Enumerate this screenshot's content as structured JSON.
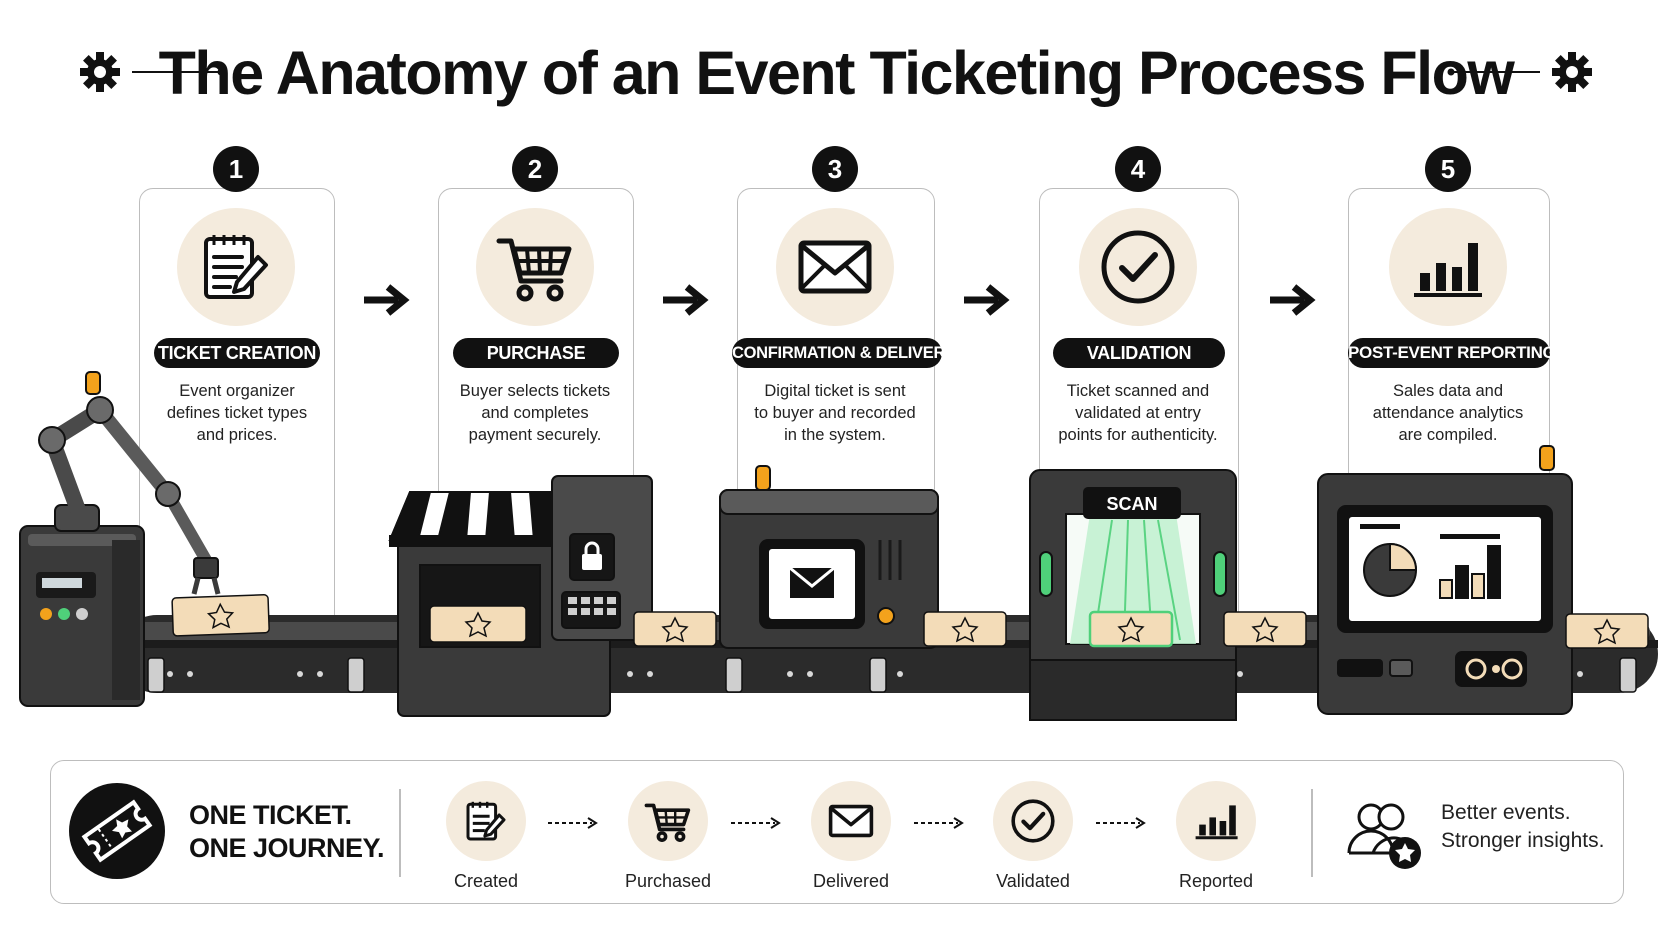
{
  "title": "The Anatomy of an Event Ticketing Process Flow",
  "stages": [
    {
      "number": "1",
      "label": "TICKET CREATION",
      "desc": [
        "Event organizer",
        "defines ticket types",
        "and prices."
      ],
      "icon": "notepad-pencil-icon"
    },
    {
      "number": "2",
      "label": "PURCHASE",
      "desc": [
        "Buyer selects tickets",
        "and completes",
        "payment securely."
      ],
      "icon": "shopping-cart-icon"
    },
    {
      "number": "3",
      "label": "CONFIRMATION & DELIVERY",
      "desc": [
        "Digital ticket is sent",
        "to buyer and recorded",
        "in the system."
      ],
      "icon": "envelope-icon"
    },
    {
      "number": "4",
      "label": "VALIDATION",
      "desc": [
        "Ticket scanned and",
        "validated at entry",
        "points for authenticity."
      ],
      "icon": "checkmark-circle-icon"
    },
    {
      "number": "5",
      "label": "POST-EVENT REPORTING",
      "desc": [
        "Sales data and",
        "attendance analytics",
        "are compiled."
      ],
      "icon": "bar-chart-icon"
    }
  ],
  "scanner_label": "SCAN",
  "journey": {
    "line1": "ONE TICKET.",
    "line2": "ONE JOURNEY.",
    "steps": [
      {
        "label": "Created",
        "icon": "notepad-pencil-icon"
      },
      {
        "label": "Purchased",
        "icon": "shopping-cart-icon"
      },
      {
        "label": "Delivered",
        "icon": "envelope-icon"
      },
      {
        "label": "Validated",
        "icon": "checkmark-circle-icon"
      },
      {
        "label": "Reported",
        "icon": "bar-chart-icon"
      }
    ],
    "closing_line1": "Better events.",
    "closing_line2": "Stronger insights."
  },
  "colors": {
    "ink": "#111111",
    "cream": "#f4ebdd",
    "ticket": "#f3dcb8",
    "machine": "#3a3a3a",
    "machine_light": "#5a5a5a",
    "scan_green": "#4fd07a",
    "lamp": "#f3a21c"
  }
}
